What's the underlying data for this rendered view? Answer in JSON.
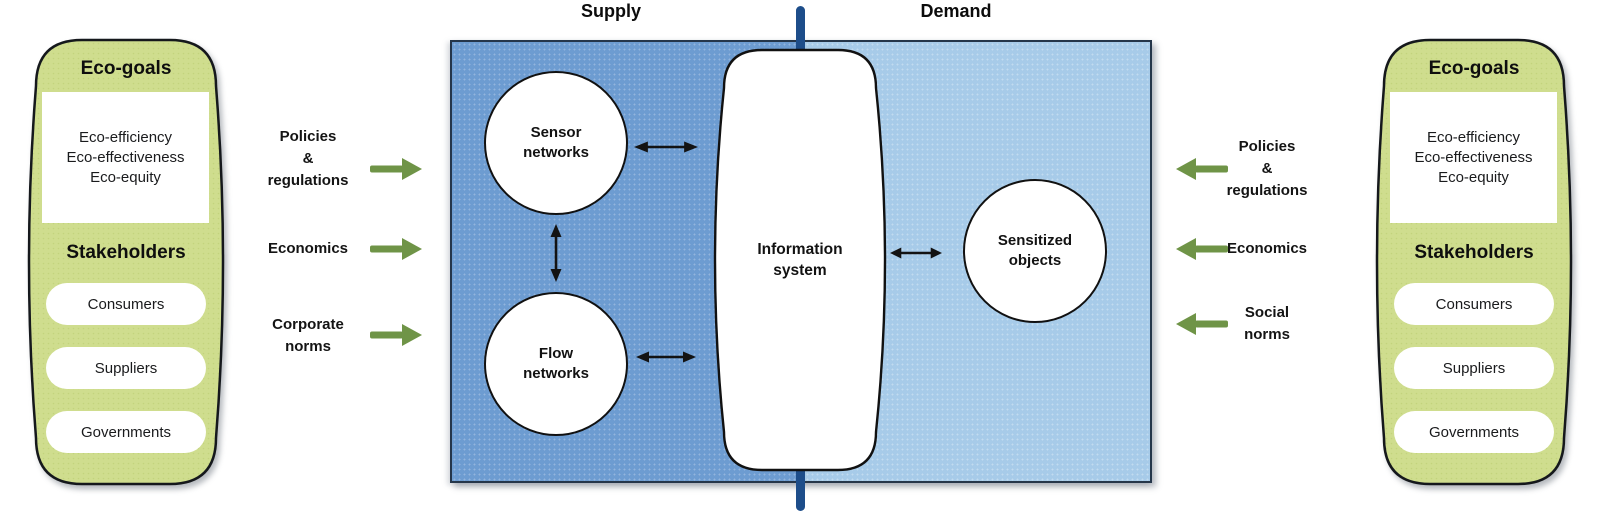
{
  "colors": {
    "supply_fill": "#6d9cd1",
    "demand_fill": "#a7cbe9",
    "panel_fill": "#cfdd8e",
    "panel_dot": "#c3d37c",
    "divider": "#1d4d8a",
    "arrow": "#6f9447"
  },
  "top_labels": {
    "supply": "Supply",
    "demand": "Demand"
  },
  "left_panel": {
    "title": "Eco-goals",
    "goals": "Eco-efficiency\nEco-effectiveness\nEco-equity",
    "stakeholders_title": "Stakeholders",
    "stakeholders": [
      "Consumers",
      "Suppliers",
      "Governments"
    ]
  },
  "right_panel": {
    "title": "Eco-goals",
    "goals": "Eco-efficiency\nEco-effectiveness\nEco-equity",
    "stakeholders_title": "Stakeholders",
    "stakeholders": [
      "Consumers",
      "Suppliers",
      "Governments"
    ]
  },
  "left_factors": [
    "Policies\n&\nregulations",
    "Economics",
    "Corporate\nnorms"
  ],
  "right_factors": [
    "Policies\n&\nregulations",
    "Economics",
    "Social\nnorms"
  ],
  "nodes": {
    "sensor": "Sensor\nnetworks",
    "flow": "Flow\nnetworks",
    "info": "Information\nsystem",
    "sensitized": "Sensitized\nobjects"
  }
}
